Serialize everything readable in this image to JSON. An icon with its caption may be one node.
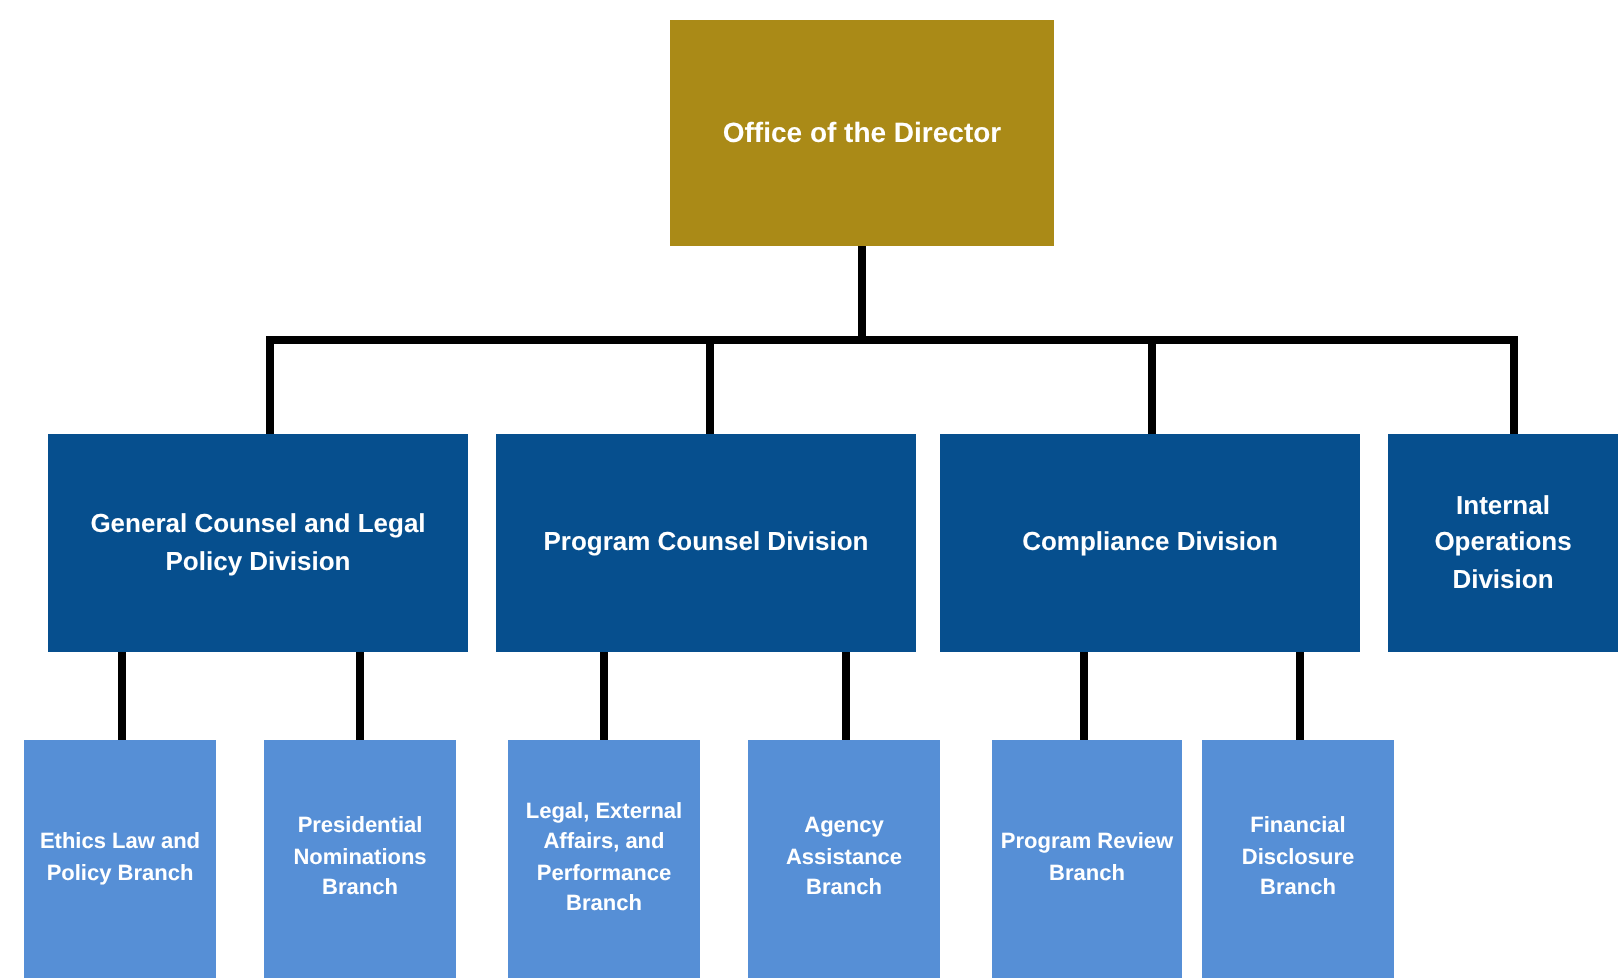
{
  "diagram": {
    "nodes": [
      {
        "text": [
          "Office of the Director"
        ]
      },
      {
        "text": [
          "General Counsel and Legal Policy Division"
        ]
      },
      {
        "text": [
          "Program Counsel Division"
        ]
      },
      {
        "text": [
          "Compliance Division"
        ]
      },
      {
        "text": [
          "Internal Operations Division"
        ]
      },
      {
        "text": [
          "Ethics Law and Policy Branch"
        ]
      },
      {
        "text": [
          "Presidential Nominations Branch"
        ]
      },
      {
        "text": [
          "Legal, External Affairs, and Performance Branch"
        ]
      },
      {
        "text": [
          "Agency Assistance Branch"
        ]
      },
      {
        "text": [
          "Program Review Branch"
        ]
      },
      {
        "text": [
          "Financial Disclosure Branch"
        ]
      }
    ],
    "edges": [
      {
        "from": 0,
        "to": 1,
        "arrow": "none"
      },
      {
        "from": 0,
        "to": 2,
        "arrow": "none"
      },
      {
        "from": 0,
        "to": 3,
        "arrow": "none"
      },
      {
        "from": 0,
        "to": 4,
        "arrow": "none"
      },
      {
        "from": 1,
        "to": 5,
        "arrow": "none"
      },
      {
        "from": 1,
        "to": 6,
        "arrow": "none"
      },
      {
        "from": 2,
        "to": 7,
        "arrow": "none"
      },
      {
        "from": 2,
        "to": 8,
        "arrow": "none"
      },
      {
        "from": 3,
        "to": 9,
        "arrow": "none"
      },
      {
        "from": 3,
        "to": 10,
        "arrow": "none"
      }
    ]
  }
}
